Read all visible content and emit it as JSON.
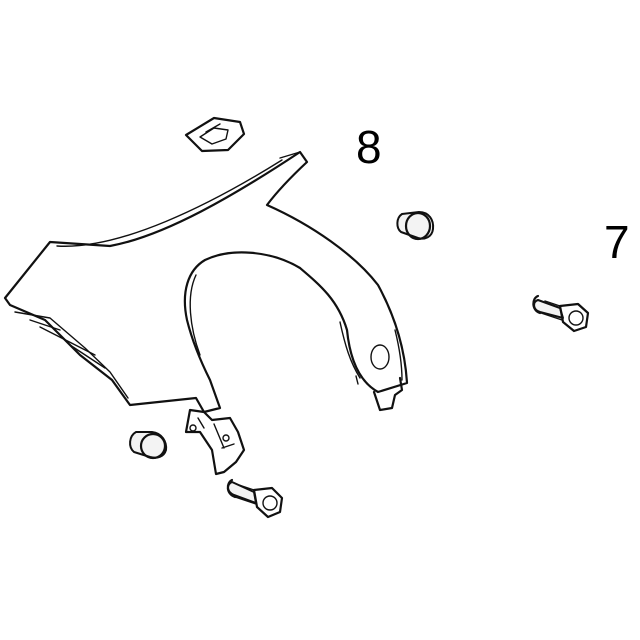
{
  "callouts": {
    "part_8": "8",
    "part_7": "7"
  },
  "parts": [
    {
      "name": "fender-panel"
    },
    {
      "name": "clip"
    },
    {
      "name": "bushing-grommet"
    },
    {
      "name": "mounting-bracket"
    },
    {
      "name": "bolt"
    }
  ]
}
